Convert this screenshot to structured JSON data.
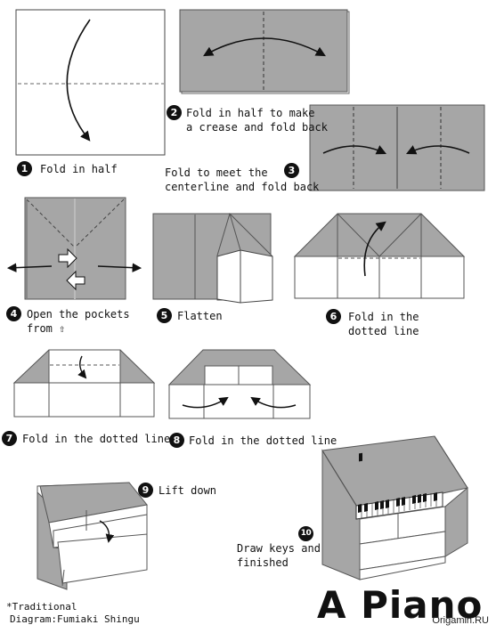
{
  "steps": [
    {
      "num": "1",
      "text": "Fold in half"
    },
    {
      "num": "2",
      "line1": "Fold in half to make",
      "line2": "a crease and fold back"
    },
    {
      "num": "3",
      "line1": "Fold to meet the",
      "line2": "centerline and fold back"
    },
    {
      "num": "4",
      "line1": "Open the pockets",
      "line2": "from ⇧"
    },
    {
      "num": "5",
      "text": "Flatten"
    },
    {
      "num": "6",
      "line1": "Fold in the",
      "line2": "dotted line"
    },
    {
      "num": "7",
      "text": "Fold in the dotted line"
    },
    {
      "num": "8",
      "text": "Fold in the dotted line"
    },
    {
      "num": "9",
      "text": "Lift down"
    },
    {
      "num": "10",
      "line1": "Draw keys and",
      "line2": "finished"
    }
  ],
  "title": "A Piano",
  "credit_line1": "*Traditional",
  "credit_line2": "Diagram:Fumiaki Shingu",
  "site": "Origamin.RU",
  "colors": {
    "paper_color": "#a6a6a6",
    "white_side": "#ffffff",
    "ink": "#111111"
  }
}
